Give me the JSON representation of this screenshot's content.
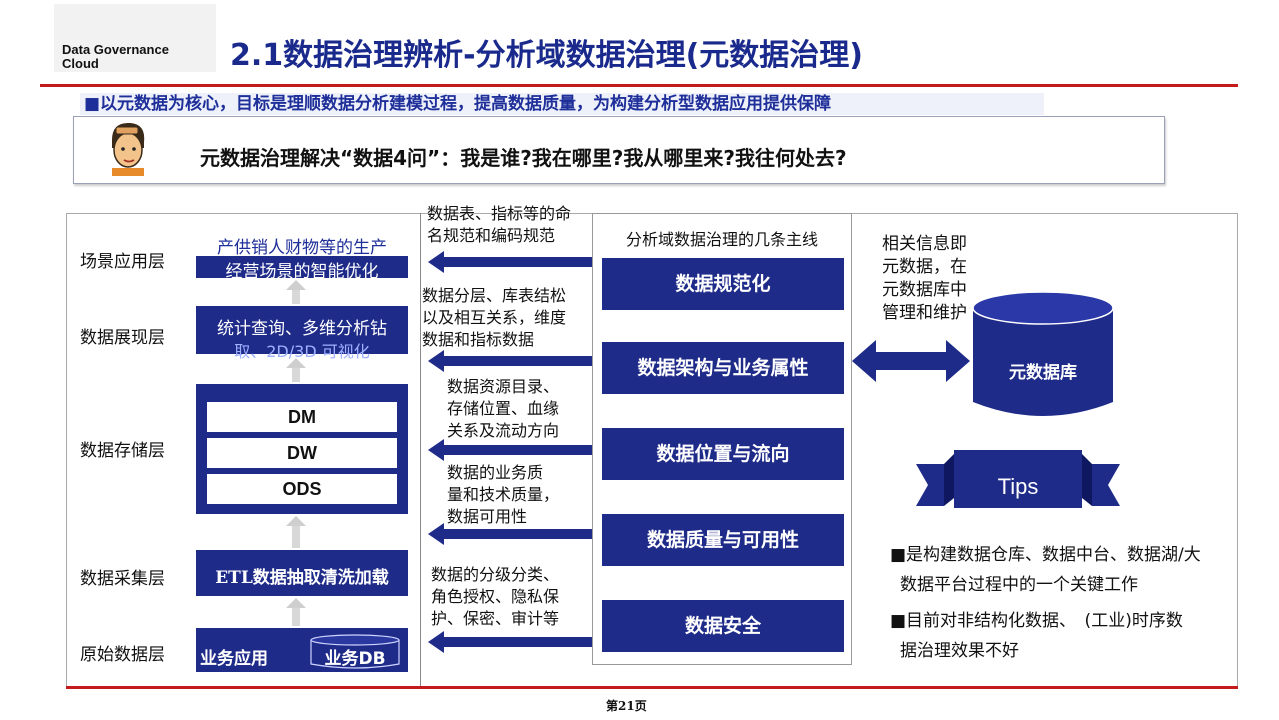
{
  "header": {
    "logo_line1": "Data Governance",
    "logo_line2": "Cloud",
    "title": "2.1数据治理辨析-分析域数据治理(元数据治理)",
    "subtitle": "■以元数据为核心，目标是理顺数据分析建模过程，提高数据质量，为构建分析型数据应用提供保障",
    "question": "元数据治理解决“数据4问”：我是谁?我在哪里?我从哪里来?我往何处去?"
  },
  "layers": {
    "scene": "场景应用层",
    "display": "数据展现层",
    "storage": "数据存储层",
    "collect": "数据采集层",
    "raw": "原始数据层"
  },
  "blocks": {
    "scene_line1": "产供销人财物等的生产",
    "scene_line2": "经营场景的智能优化",
    "display_line1": "统计查询、多维分析钻",
    "display_line2": "取、2D/3D 可视化",
    "dm": "DM",
    "dw": "DW",
    "ods": "ODS",
    "etl": "ETL数据抽取清洗加载",
    "biz_app": "业务应用",
    "biz_db": "业务DB"
  },
  "middle_notes": [
    [
      "数据表、指标等的命",
      "名规范和编码规范"
    ],
    [
      "数据分层、库表结松",
      "以及相互关系，维度",
      "数据和指标数据"
    ],
    [
      "数据资源目录、",
      "存储位置、血缘",
      "关系及流动方向"
    ],
    [
      "数据的业务质",
      "量和技术质量，",
      "数据可用性"
    ],
    [
      "数据的分级分类、",
      "角色授权、隐私保",
      "护、保密、审计等"
    ]
  ],
  "mainlines": {
    "heading": "分析域数据治理的几条主线",
    "items": [
      "数据规范化",
      "数据架构与业务属性",
      "数据位置与流向",
      "数据质量与可用性",
      "数据安全"
    ]
  },
  "right": {
    "note": [
      "相关信息即",
      "元数据，在",
      "元数据库中",
      "管理和维护"
    ],
    "db_label": "元数据库",
    "tips": "Tips",
    "bullet1_line1": "■是构建数据仓库、数据中台、数据湖/大",
    "bullet1_line2": "数据平台过程中的一个关键工作",
    "bullet2_line1": "■目前对非结构化数据、　(工业)时序数",
    "bullet2_line2": "据治理效果不好"
  },
  "footer": {
    "page": "第21页"
  },
  "colors": {
    "navy": "#1f2b89",
    "title": "#1a2a8c",
    "red_rule": "#c31b1b"
  }
}
